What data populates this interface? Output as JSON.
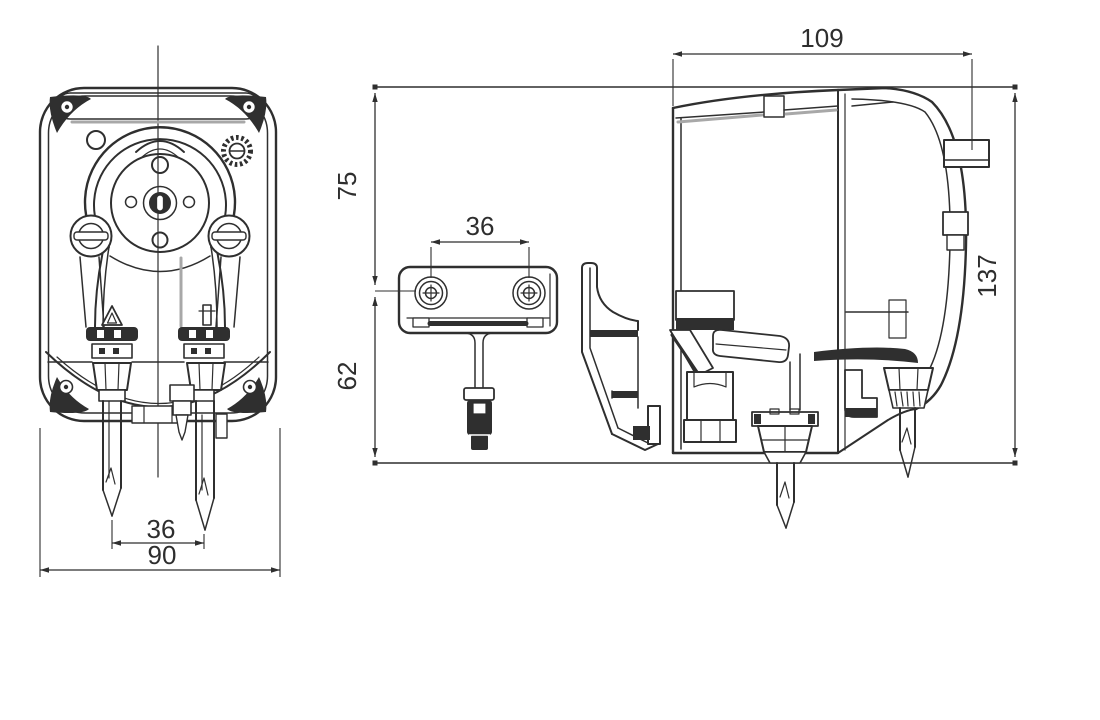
{
  "drawing": {
    "background": "#ffffff",
    "line_color": "#2f2f2f",
    "shade_color": "#a8a8a8",
    "dimensions": {
      "front_tube_spacing": "36",
      "front_overall_width": "90",
      "bracket_hole_spacing": "36",
      "upper_height": "75",
      "lower_height": "62",
      "top_depth": "109",
      "overall_height": "137"
    }
  }
}
